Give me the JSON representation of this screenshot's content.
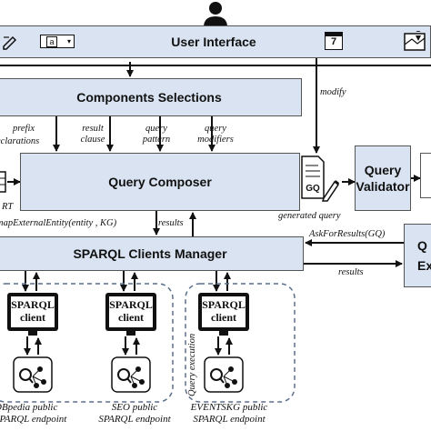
{
  "header": {
    "title": "User Interface",
    "calendar_day": "7",
    "icons": [
      "user-icon",
      "edit-icon",
      "text-field-icon",
      "calendar-icon",
      "map-icon"
    ]
  },
  "components": {
    "selections": "Components Selections",
    "composer": "Query Composer",
    "validator": "Query Validator",
    "clients_manager": "SPARQL Clients Manager",
    "executor_partial": "Q\nExe"
  },
  "labels": {
    "prefix_line1": "prefix",
    "prefix_line2": "eclarations",
    "result_line1": "result",
    "result_line2": "clause",
    "pattern_line1": "query",
    "pattern_line2": "pattern",
    "modifiers_line1": "query",
    "modifiers_line2": "modifiers",
    "modify": "modify",
    "rt": "RT",
    "map_entity": "mapExternalEntity(entity , KG)",
    "results1": "results",
    "generated_query": "generated query",
    "gq_doc": "GQ",
    "ask_for_results": "AskForResults(GQ)",
    "results2": "results",
    "query_execution": "Query execution"
  },
  "clients": [
    {
      "label_line1": "SPARQL",
      "label_line2": "client",
      "endpoint_line1": "DBpedia public",
      "endpoint_line2": "SPARQL endpoint"
    },
    {
      "label_line1": "SPARQL",
      "label_line2": "client",
      "endpoint_line1": "SEO public",
      "endpoint_line2": "SPARQL endpoint"
    },
    {
      "label_line1": "SPARQL",
      "label_line2": "client",
      "endpoint_line1": "EVENTSKG public",
      "endpoint_line2": "SPARQL endpoint"
    }
  ],
  "colors": {
    "box_fill": "#d9e3f1",
    "border": "#555555",
    "arrow": "#111111"
  }
}
